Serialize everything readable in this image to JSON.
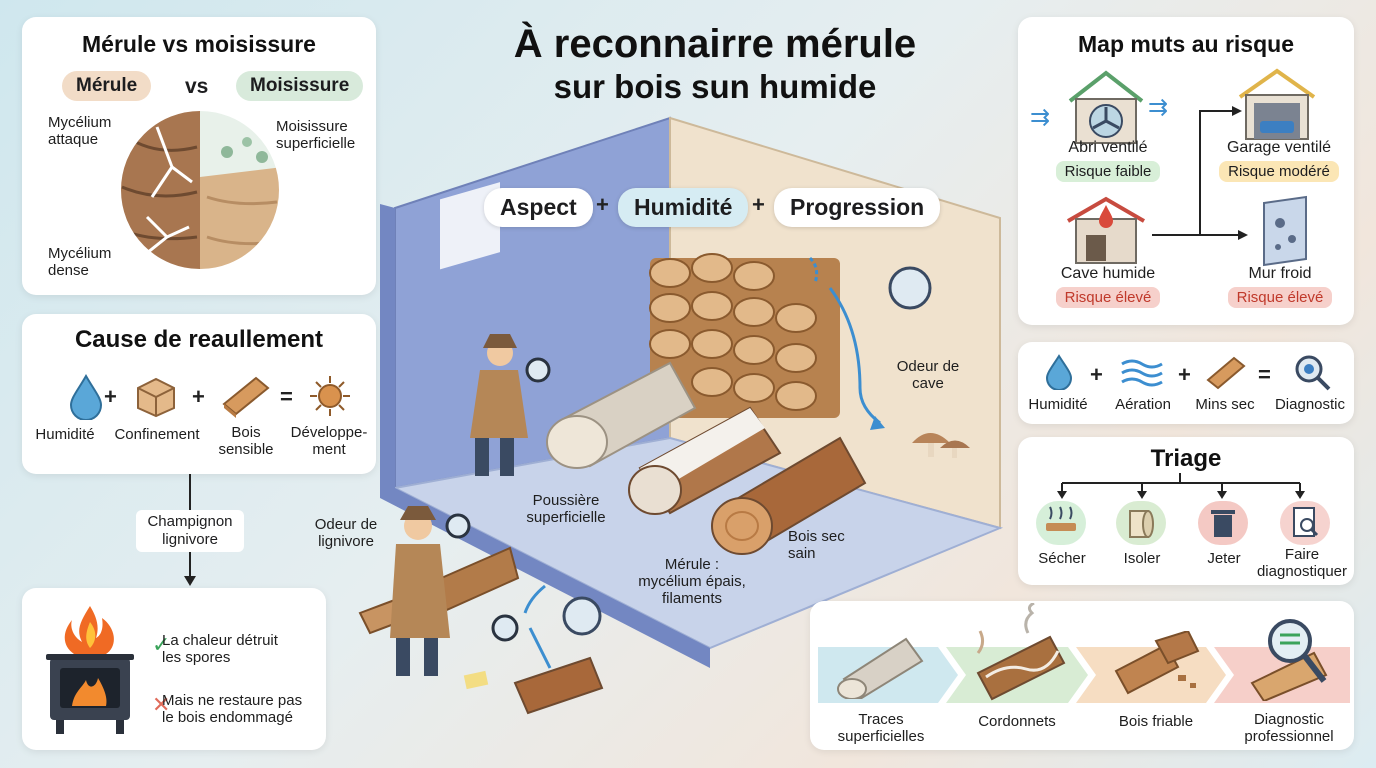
{
  "title": {
    "line1": "À reconnairre mérule",
    "line2": "sur bois sun humide"
  },
  "comparison": {
    "title": "Mérule vs moisissure",
    "left_pill": "Mérule",
    "vs": "vs",
    "right_pill": "Moisissure",
    "label_attack": "Mycélium\nattaque",
    "label_dense": "Mycélium\ndense",
    "label_surface": "Moisissure\nsuperficielle",
    "colors": {
      "merule_pill": "#f2dcc7",
      "moisissure_pill": "#d8eadb"
    }
  },
  "cause": {
    "title": "Cause de reaullement",
    "items": [
      {
        "label": "Humidité",
        "icon": "water-drop-icon"
      },
      {
        "label": "Confinement",
        "icon": "box-icon"
      },
      {
        "label": "Bois\nsensible",
        "icon": "wood-plank-icon"
      },
      {
        "label": "Développe-\nment",
        "icon": "fungus-spore-icon"
      }
    ],
    "ops": [
      "+",
      "+",
      "="
    ]
  },
  "connector": {
    "label": "Champignon\nlignivore"
  },
  "heat": {
    "ok_text": "La chaleur détruit\nles spores",
    "ko_text": "Mais ne restaure pas\nle bois endommagé",
    "colors": {
      "ok": "#3aa35a",
      "ko": "#e06b5a"
    }
  },
  "scene": {
    "chips": [
      "Aspect",
      "Humidité",
      "Progression"
    ],
    "ops": [
      "+",
      "+"
    ],
    "labels": {
      "odeur_cave": "Odeur de\ncave",
      "poussiere": "Poussière\nsuperficielle",
      "merule": "Mérule :\nmycélium épais,\nfilaments",
      "bois_sec": "Bois sec\nsain",
      "odeur_lignivore": "Odeur de\nlignivore"
    }
  },
  "map": {
    "title": "Map muts au risque",
    "places": [
      {
        "name": "Abri ventilé",
        "risk": "Risque faible",
        "icon": "ventilated-shed-icon"
      },
      {
        "name": "Garage ventilé",
        "risk": "Risque modéré",
        "icon": "garage-icon"
      },
      {
        "name": "Cave humide",
        "risk": "Risque élevé",
        "icon": "humid-cellar-icon"
      },
      {
        "name": "Mur froid",
        "risk": "Risque élevé",
        "icon": "cold-wall-icon"
      }
    ],
    "colors": {
      "low": "#d8efd8",
      "moderate": "#fbe6b5",
      "high": "#f6d0cb",
      "high_text": "#c0392b"
    }
  },
  "formula": {
    "items": [
      {
        "label": "Humidité",
        "icon": "water-drop-icon"
      },
      {
        "label": "Aération",
        "icon": "airflow-icon"
      },
      {
        "label": "Mins sec",
        "icon": "dry-wood-icon"
      },
      {
        "label": "Diagnostic",
        "icon": "magnifier-gear-icon"
      }
    ],
    "ops": [
      "+",
      "+",
      "="
    ]
  },
  "triage": {
    "title": "Triage",
    "items": [
      {
        "label": "Sécher",
        "icon": "drying-icon",
        "bg": "#d6efd9"
      },
      {
        "label": "Isoler",
        "icon": "wrap-roll-icon",
        "bg": "#d9ecd2"
      },
      {
        "label": "Jeter",
        "icon": "trash-icon",
        "bg": "#f4c9c4"
      },
      {
        "label": "Faire\ndiagnostiquer",
        "icon": "report-search-icon",
        "bg": "#f6d3cf"
      }
    ]
  },
  "progression": {
    "steps": [
      {
        "label": "Traces\nsuperficielles",
        "color": "#cfe8ef"
      },
      {
        "label": "Cordonnets",
        "color": "#d8ecd4"
      },
      {
        "label": "Bois friable",
        "color": "#f6ddc2"
      },
      {
        "label": "Diagnostic\nprofessionnel",
        "color": "#f6cfc9"
      }
    ]
  }
}
